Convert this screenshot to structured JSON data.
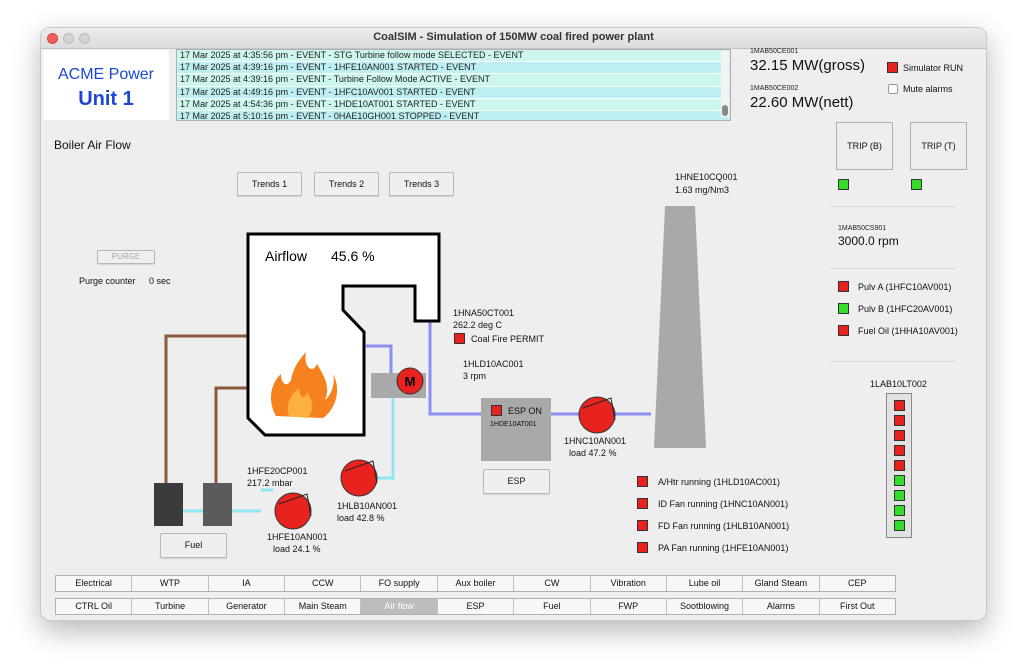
{
  "window": {
    "title": "CoalSIM - Simulation of 150MW coal fired power plant"
  },
  "logo": {
    "line1": "ACME Power",
    "line2": "Unit 1"
  },
  "events": [
    "17 Mar 2025 at 4:35:56 pm - EVENT - STG Turbine follow mode SELECTED - EVENT",
    "17 Mar 2025 at 4:39:16 pm - EVENT - 1HFE10AN001 STARTED - EVENT",
    "17 Mar 2025 at 4:39:16 pm - EVENT - Turbine Follow Mode ACTIVE - EVENT",
    "17 Mar 2025 at 4:49:16 pm - EVENT - 1HFC10AV001 STARTED - EVENT",
    "17 Mar 2025 at 4:54:36 pm - EVENT - 1HDE10AT001 STARTED - EVENT",
    "17 Mar 2025 at 5:10:16 pm - EVENT - 0HAE10GH001 STOPPED - EVENT"
  ],
  "power": {
    "gross_tag": "1MAB50CE001",
    "gross_value": "32.15 MW(gross)",
    "nett_tag": "1MAB50CE002",
    "nett_value": "22.60 MW(nett)"
  },
  "sim": {
    "run_label": "Simulator RUN",
    "run_color": "#e8221e",
    "mute_label": "Mute alarms"
  },
  "page": {
    "title": "Boiler Air Flow"
  },
  "trends": {
    "t1": "Trends 1",
    "t2": "Trends 2",
    "t3": "Trends 3"
  },
  "trip": {
    "b_label": "TRIP (B)",
    "t_label": "TRIP (T)",
    "b_color": "#34dd2c",
    "t_color": "#34dd2c"
  },
  "purge": {
    "button": "PURGE",
    "counter_label": "Purge counter",
    "counter_value": "0 sec"
  },
  "boiler": {
    "airflow_label": "Airflow",
    "airflow_value": "45.6 %"
  },
  "stack": {
    "tag": "1HNE10CQ001",
    "value": "1.63 mg/Nm3"
  },
  "speed": {
    "tag": "1MAB50CS901",
    "value": "3000.0 rpm"
  },
  "fuel_status": {
    "pulv_a": {
      "label": "Pulv A (1HFC10AV001)",
      "color": "#e8221e"
    },
    "pulv_b": {
      "label": "Pulv B (1HFC20AV001)",
      "color": "#34dd2c"
    },
    "fuel_oil": {
      "label": "Fuel Oil (1HHA10AV001)",
      "color": "#e8221e"
    }
  },
  "drum_level": {
    "tag": "1LAB10LT002",
    "cells": [
      "red",
      "red",
      "red",
      "red",
      "red",
      "green",
      "green",
      "green",
      "green"
    ]
  },
  "temp": {
    "tag": "1HNA50CT001",
    "value": "262.2 deg C",
    "permit_label": "Coal Fire PERMIT"
  },
  "airheater": {
    "tag": "1HLD10AC001",
    "value": "3 rpm",
    "motor_letter": "M"
  },
  "esp": {
    "on_label": "ESP ON",
    "tag": "1HDE10AT001",
    "button": "ESP"
  },
  "id_fan": {
    "tag": "1HNC10AN001",
    "value": "load 47.2 %"
  },
  "fd_fan": {
    "tag": "1HLB10AN001",
    "value": "load 42.8 %"
  },
  "pa_pressure": {
    "tag": "1HFE20CP001",
    "value": "217.2 mbar"
  },
  "pa_fan": {
    "tag": "1HFE10AN001",
    "value": "load 24.1 %"
  },
  "fuel_button": "Fuel",
  "running": [
    "A/Htr running (1HLD10AC001)",
    "ID Fan running (1HNC10AN001)",
    "FD Fan running (1HLB10AN001)",
    "PA Fan running (1HFE10AN001)"
  ],
  "tabs_row1": [
    "Electrical",
    "WTP",
    "IA",
    "CCW",
    "FO supply",
    "Aux boiler",
    "CW",
    "Vibration",
    "Lube oil",
    "Gland Steam",
    "CEP"
  ],
  "tabs_row2": [
    "CTRL Oil",
    "Turbine",
    "Generator",
    "Main Steam",
    "Air flow",
    "ESP",
    "Fuel",
    "FWP",
    "Sootblowing",
    "Alarms",
    "First Out"
  ],
  "active_tab": "Air flow",
  "colors": {
    "air_line": "#8a8ef0",
    "hot_air_line": "#8fe6f0",
    "coal_line": "#8b5a3c",
    "equipment": "#a9a9a9"
  }
}
